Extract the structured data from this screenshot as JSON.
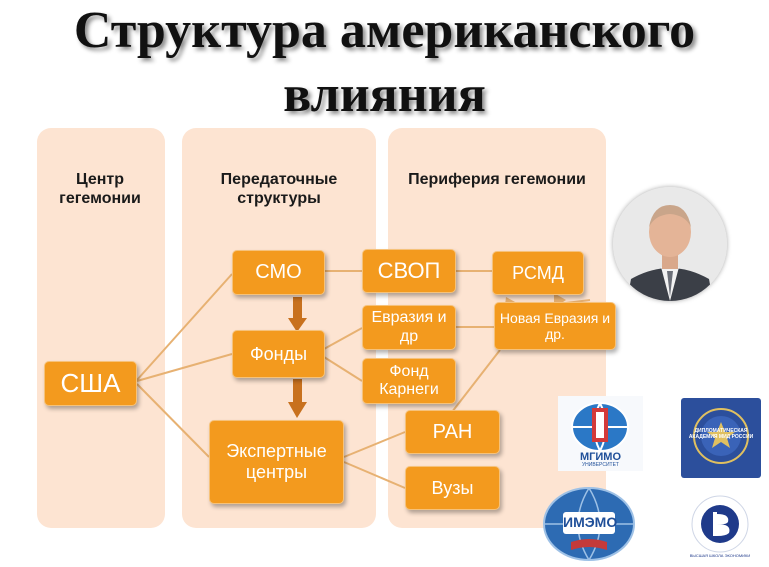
{
  "title": {
    "line1": "Структура американского",
    "line2": "влияния"
  },
  "columns": {
    "center": "Центр гегемонии",
    "transfer": "Передаточные структуры",
    "periphery": "Периферия гегемонии"
  },
  "nodes": {
    "usa": "США",
    "smo": "СМО",
    "funds": "Фонды",
    "expert": "Экспертные центры",
    "svop": "СВОП",
    "rsmd": "РСМД",
    "eurasia": "Евразия и др",
    "new_eurasia": "Новая Евразия и др.",
    "carnegie": "Фонд Карнеги",
    "ran": "РАН",
    "vuzy": "Вузы"
  },
  "logos": {
    "mgimo": "МГИМО",
    "mgimo_sub": "УНИВЕРСИТЕТ",
    "imemo": "ИМЭМО",
    "da": "ДИПЛОМАТИЧЕСКАЯ АКАДЕМИЯ МИД РОССИИ",
    "hse": "ВЫСШАЯ ШКОЛА ЭКОНОМИКИ"
  },
  "colors": {
    "node_fill": "#f39a1e",
    "column_fill": "#fde4d2",
    "connector": "#e7b172",
    "down_arrow": "#c8711e"
  }
}
